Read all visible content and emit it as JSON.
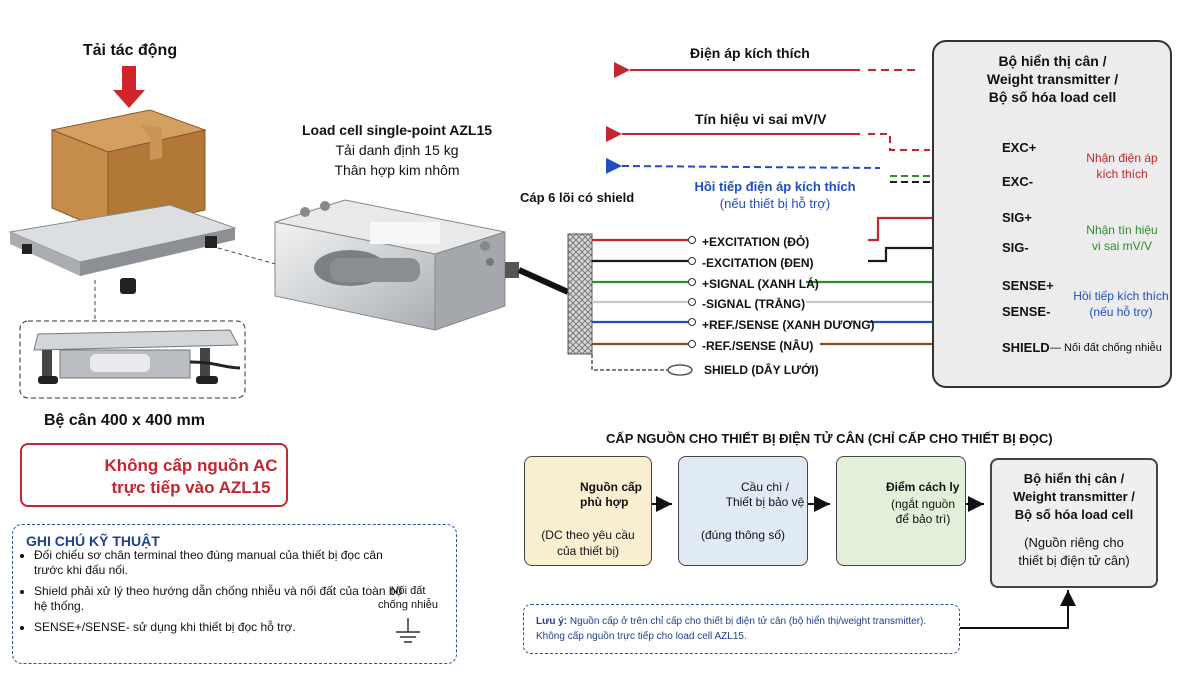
{
  "load": {
    "force_label": "Tải tác động",
    "platform_label": "Bệ cân 400 x 400 mm"
  },
  "loadcell": {
    "title": "Load cell single-point AZL15",
    "capacity": "Tải danh định 15 kg",
    "material": "Thân hợp kim nhôm"
  },
  "cable_label": "Cáp 6 lõi có shield",
  "signals": {
    "excitation": "Điện áp kích thích",
    "differential": "Tín hiệu vi sai mV/V",
    "sense": "Hồi tiếp điện áp kích thích",
    "sense_note": "(nếu thiết bị hỗ trợ)"
  },
  "wires": [
    {
      "label": "+EXCITATION (ĐỎ)",
      "color": "#c0282d"
    },
    {
      "label": "-EXCITATION (ĐEN)",
      "color": "#1a1a1a"
    },
    {
      "label": "+SIGNAL (XANH LÁ)",
      "color": "#2e8b2e"
    },
    {
      "label": "-SIGNAL (TRẮNG)",
      "color": "#c8c8c8"
    },
    {
      "label": "+REF./SENSE (XANH DƯƠNG)",
      "color": "#1f4fbf"
    },
    {
      "label": "-REF./SENSE (NÂU)",
      "color": "#8b4a1c"
    }
  ],
  "shield_wire": "SHIELD (DÂY LƯỚI)",
  "device": {
    "title": "Bộ hiển thị cân /\nWeight transmitter /\nBộ số hóa load cell",
    "terminals": [
      "EXC+",
      "EXC-",
      "SIG+",
      "SIG-",
      "SENSE+",
      "SENSE-",
      "SHIELD"
    ],
    "group_exc": "Nhận điện áp\nkích thích",
    "group_sig": "Nhận tín hiệu\nvi sai mV/V",
    "group_sense": "Hồi tiếp kích thích\n(nếu hỗ trợ)",
    "shield_note": "— Nối đất chống nhiễu"
  },
  "warning": "Không cấp nguồn AC\ntrực tiếp vào AZL15",
  "notes": {
    "title": "GHI CHÚ KỸ THUẬT",
    "items": [
      "Đối chiếu sơ chân terminal theo đúng manual của thiết bị đọc cân trước khi đấu nối.",
      "Shield phải xử lý theo hướng dẫn chống nhiễu và nối đất của toàn bộ hệ thống.",
      "SENSE+/SENSE- sử dụng khi thiết bị đọc hỗ trợ."
    ],
    "ground_label": "Nối đất\nchống nhiễu"
  },
  "power": {
    "title": "CẤP NGUỒN CHO THIẾT BỊ ĐIỆN TỬ CÂN (CHỈ CẤP CHO THIẾT BỊ ĐỌC)",
    "boxes": [
      {
        "title": "Nguồn cấp\nphù hợp",
        "sub": "(DC theo yêu cầu\ncủa thiết bị)",
        "color": "#fbefd2"
      },
      {
        "title": "Cầu chì /\nThiết bị bảo vệ",
        "sub": "(đúng thông số)",
        "color": "#dfeaf6"
      },
      {
        "title": "Điểm cách ly",
        "sub": "(ngắt nguồn\nđể bảo trì)",
        "color": "#e2f0d9"
      },
      {
        "title": "Bộ hiển thị cân /\nWeight transmitter /\nBộ số hóa load cell",
        "sub": "(Nguồn riêng cho\nthiết bị điện tử cân)",
        "color": "#efefef"
      }
    ],
    "note_prefix": "Lưu ý:",
    "note": " Nguồn cấp ở trên chỉ cấp cho thiết bị điện tử cân (bộ hiển thị/weight transmitter).",
    "note2": "Không cấp nguồn trực tiếp cho load cell AZL15."
  }
}
